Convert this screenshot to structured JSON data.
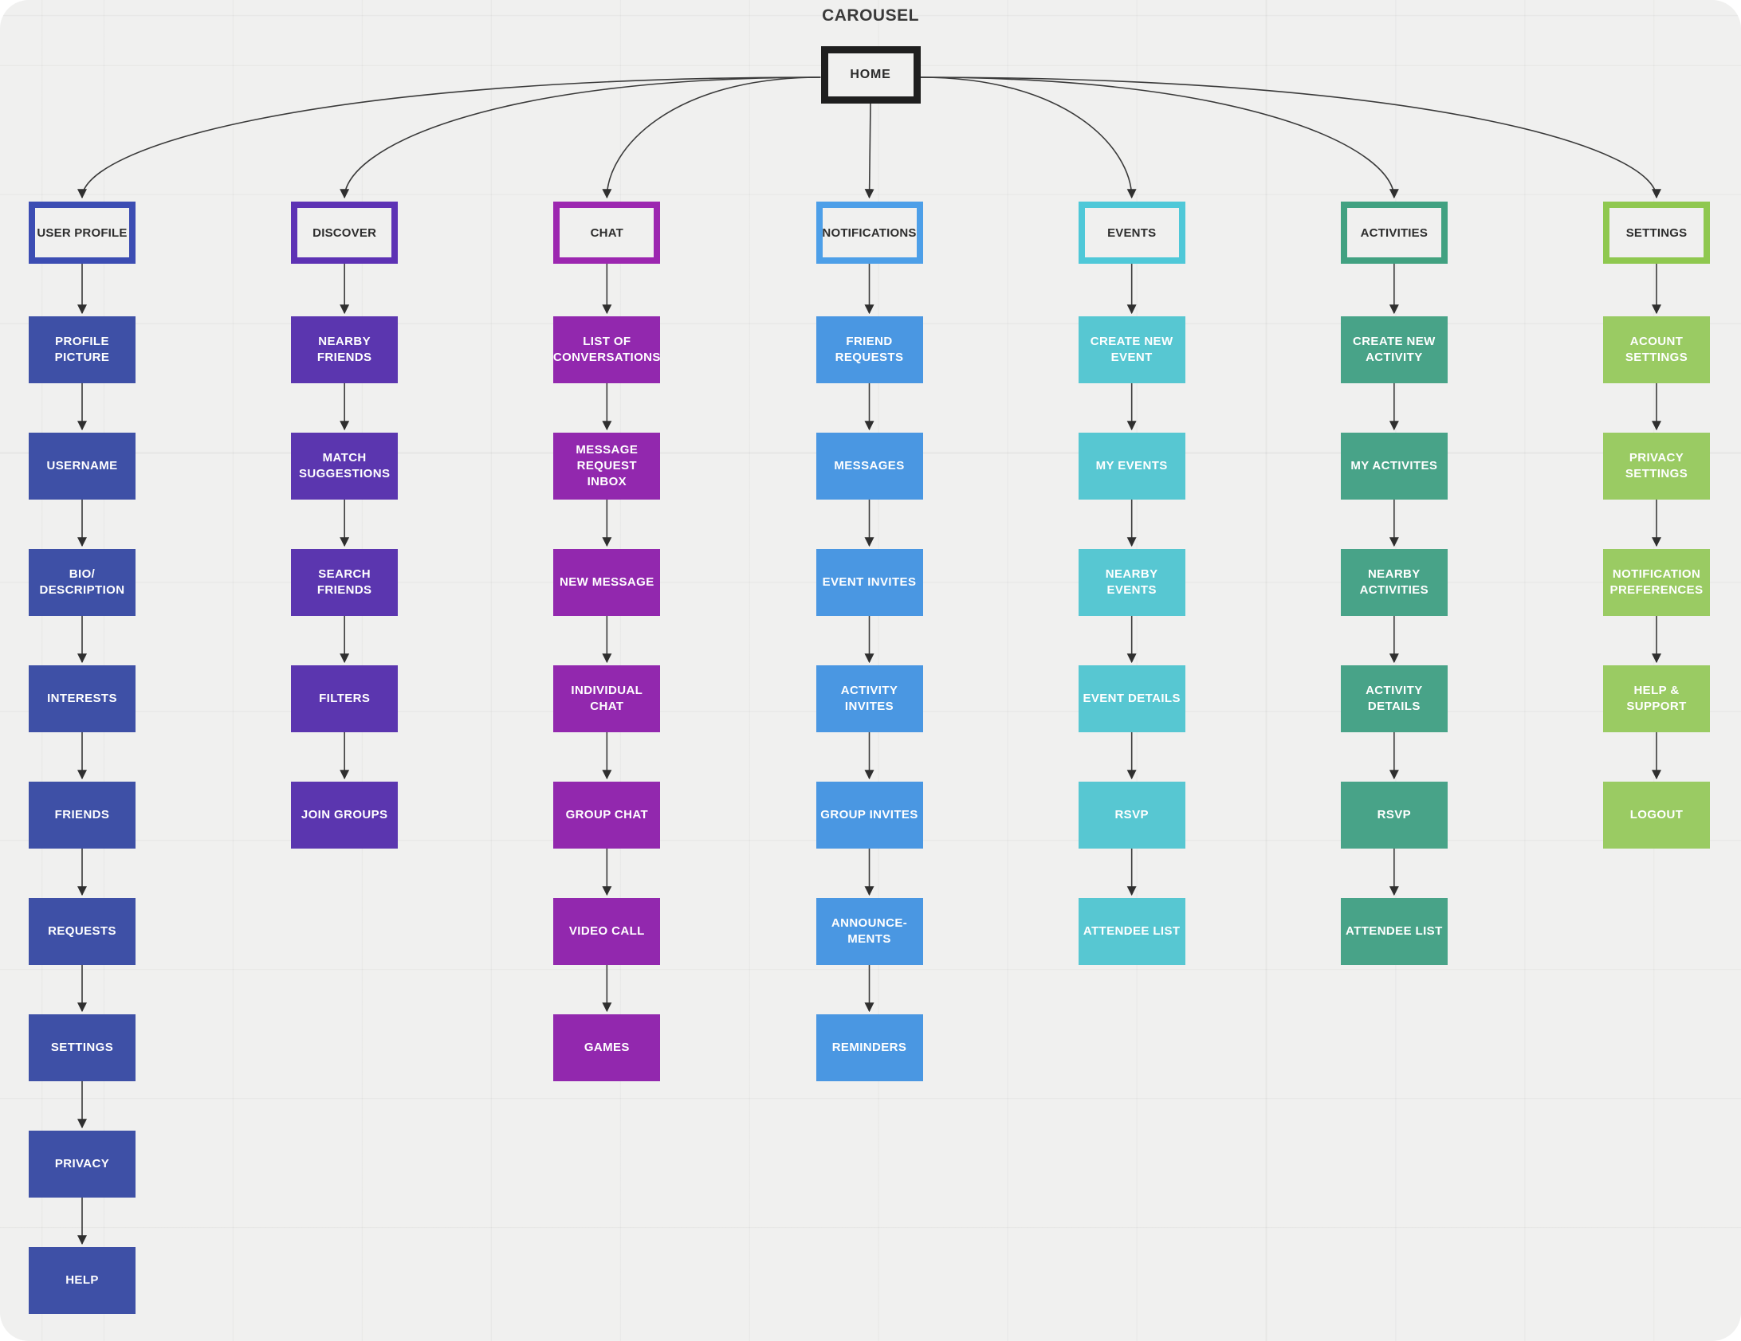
{
  "title": "CAROUSEL",
  "root": {
    "label": "HOME"
  },
  "colors": {
    "canvas_bg": "#f0f0ef",
    "root_border": "#1f1f1f",
    "connector": "#3a3a3a",
    "title_text": "#3a3a3a",
    "node_text": "#ffffff"
  },
  "columns": [
    {
      "id": "user-profile",
      "label": "USER PROFILE",
      "header_border": "#3c4db3",
      "node_fill": "#3e50a6",
      "items": [
        "PROFILE PICTURE",
        "USERNAME",
        "BIO/\nDESCRIPTION",
        "INTERESTS",
        "FRIENDS",
        "REQUESTS",
        "SETTINGS",
        "PRIVACY",
        "HELP"
      ]
    },
    {
      "id": "discover",
      "label": "DISCOVER",
      "header_border": "#5d32b4",
      "node_fill": "#5b36af",
      "items": [
        "NEARBY FRIENDS",
        "MATCH SUGGESTIONS",
        "SEARCH FRIENDS",
        "FILTERS",
        "JOIN GROUPS"
      ]
    },
    {
      "id": "chat",
      "label": "CHAT",
      "header_border": "#9c27b0",
      "node_fill": "#9228ae",
      "items": [
        "LIST OF CONVERSATIONS",
        "MESSAGE REQUEST INBOX",
        "NEW MESSAGE",
        "INDIVIDUAL CHAT",
        "GROUP CHAT",
        "VIDEO CALL",
        "GAMES"
      ]
    },
    {
      "id": "notifications",
      "label": "NOTIFICATIONS",
      "header_border": "#4d9fe8",
      "node_fill": "#4a97e2",
      "items": [
        "FRIEND REQUESTS",
        "MESSAGES",
        "EVENT INVITES",
        "ACTIVITY INVITES",
        "GROUP INVITES",
        "ANNOUNCE-\nMENTS",
        "REMINDERS"
      ]
    },
    {
      "id": "events",
      "label": "EVENTS",
      "header_border": "#4fc8d8",
      "node_fill": "#57c7d2",
      "items": [
        "CREATE NEW EVENT",
        "MY EVENTS",
        "NEARBY EVENTS",
        "EVENT DETAILS",
        "RSVP",
        "ATTENDEE LIST"
      ]
    },
    {
      "id": "activities",
      "label": "ACTIVITIES",
      "header_border": "#41a181",
      "node_fill": "#48a388",
      "items": [
        "CREATE NEW ACTIVITY",
        "MY ACTIVITES",
        "NEARBY\nACTIVITIES",
        "ACTIVITY\nDETAILS",
        "RSVP",
        "ATTENDEE LIST"
      ]
    },
    {
      "id": "settings",
      "label": "SETTINGS",
      "header_border": "#8fc84f",
      "node_fill": "#9acb63",
      "items": [
        "ACOUNT\nSETTINGS",
        "PRIVACY\nSETTINGS",
        "NOTIFICATION PREFERENCES",
        "HELP & SUPPORT",
        "LOGOUT"
      ]
    }
  ]
}
